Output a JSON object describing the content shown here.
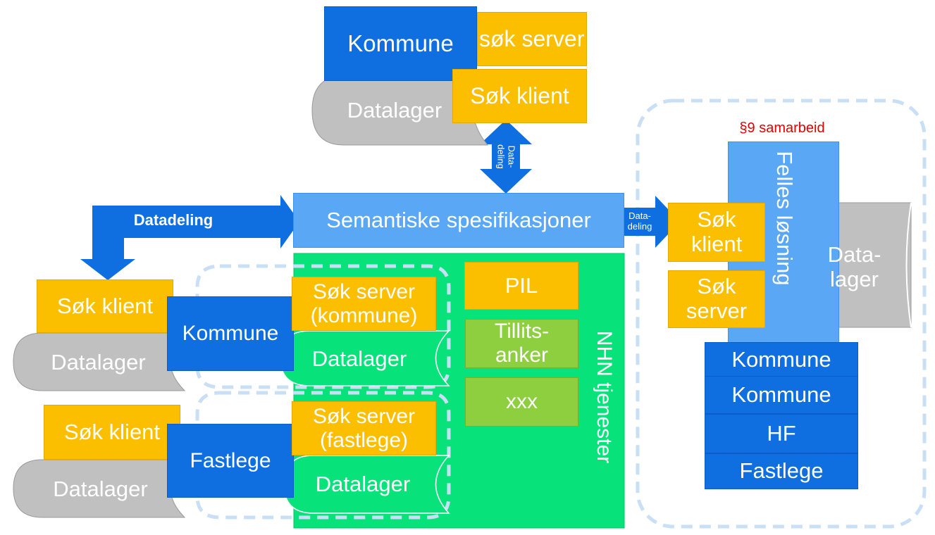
{
  "top": {
    "kommune": "Kommune",
    "sok_server": "søk server",
    "sok_klient": "Søk klient",
    "datalager": "Datalager",
    "datadeling_vertical_1": "Data-",
    "datadeling_vertical_2": "deling"
  },
  "semantic": {
    "title": "Semantiske spesifikasjoner",
    "datadeling": "Datadeling",
    "right_arrow_1": "Data-",
    "right_arrow_2": "deling"
  },
  "left_kommune": {
    "sok_klient": "Søk klient",
    "datalager": "Datalager",
    "kommune": "Kommune",
    "sok_server": "Søk server\n(kommune)",
    "datalager_green": "Datalager"
  },
  "left_fastlege": {
    "sok_klient": "Søk klient",
    "datalager": "Datalager",
    "fastlege": "Fastlege",
    "sok_server": "Søk server\n(fastlege)",
    "datalager_green": "Datalager"
  },
  "nhn": {
    "title": "NHN tjenester",
    "pil": "PIL",
    "tillitsanker": "Tillits-\nanker",
    "xxx": "xxx"
  },
  "felles": {
    "paragraph_label": "§9 samarbeid",
    "title": "Felles løsning",
    "sok_klient": "Søk\nklient",
    "sok_server": "Søk\nserver",
    "datalager": "Data-\nlager",
    "members": [
      "Kommune",
      "Kommune",
      "HF",
      "Fastlege"
    ]
  },
  "colors": {
    "blue": "#0f6fe0",
    "yellow": "#fcbf00",
    "green": "#08e27a",
    "light_green": "#8dcf3f",
    "light_blue": "#5aa7f5",
    "gray": "#c0c0c0",
    "red_label": "#e00000"
  }
}
